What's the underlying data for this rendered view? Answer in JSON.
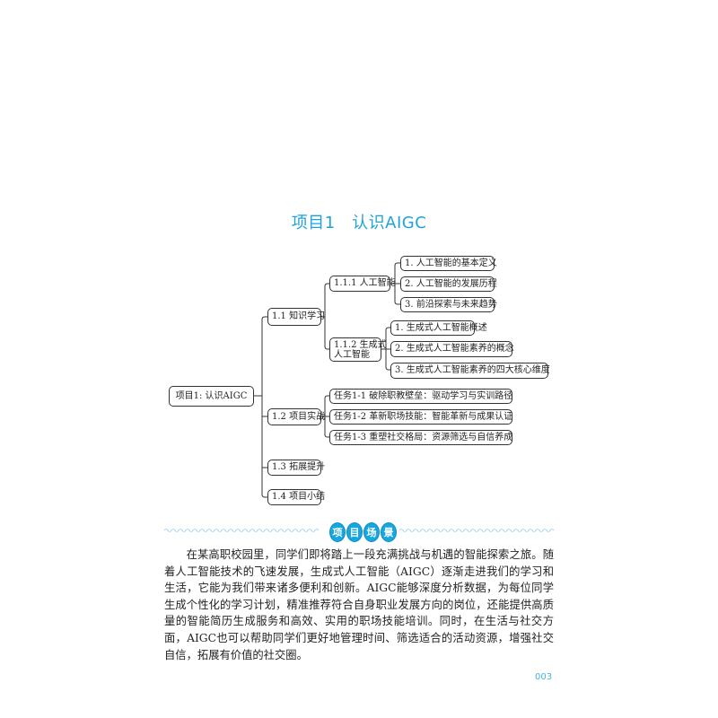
{
  "title": "项目1　认识AIGC",
  "mindmap": {
    "root": "项目1: 认识AIGC",
    "n1": {
      "label": "1.1 知识学习",
      "c1": {
        "label": "1.1.1 人工智能",
        "items": [
          "1. 人工智能的基本定义",
          "2. 人工智能的发展历程",
          "3. 前沿探索与未来趋势"
        ]
      },
      "c2": {
        "label_line1": "1.1.2 生成式",
        "label_line2": "人工智能",
        "items": [
          "1. 生成式人工智能概述",
          "2. 生成式人工智能素养的概念",
          "3. 生成式人工智能素养的四大核心维度"
        ]
      }
    },
    "n2": {
      "label": "1.2 项目实战",
      "items": [
        "任务1-1 破除职教壁垒：驱动学习与实训路径",
        "任务1-2 革新职场技能：智能革新与成果认证",
        "任务1-3 重塑社交格局：资源筛选与自信养成"
      ]
    },
    "n3": {
      "label": "1.3 拓展提升"
    },
    "n4": {
      "label": "1.4 项目小结"
    }
  },
  "section_badge": [
    "项",
    "目",
    "场",
    "景"
  ],
  "paragraph": "在某高职校园里，同学们即将踏上一段充满挑战与机遇的智能探索之旅。随着人工智能技术的飞速发展，生成式人工智能（AIGC）逐渐走进我们的学习和生活，它能为我们带来诸多便利和创新。AIGC能够深度分析数据，为每位同学生成个性化的学习计划，精准推荐符合自身职业发展方向的岗位，还能提供高质量的智能简历生成服务和高效、实用的职场技能培训。同时，在生活与社交方面，AIGC也可以帮助同学们更好地管理时间、筛选适合的活动资源，增强社交自信，拓展有价值的社交圈。",
  "page_number": "003",
  "colors": {
    "accent": "#1ea3d9",
    "badge": "#16a7e0"
  }
}
